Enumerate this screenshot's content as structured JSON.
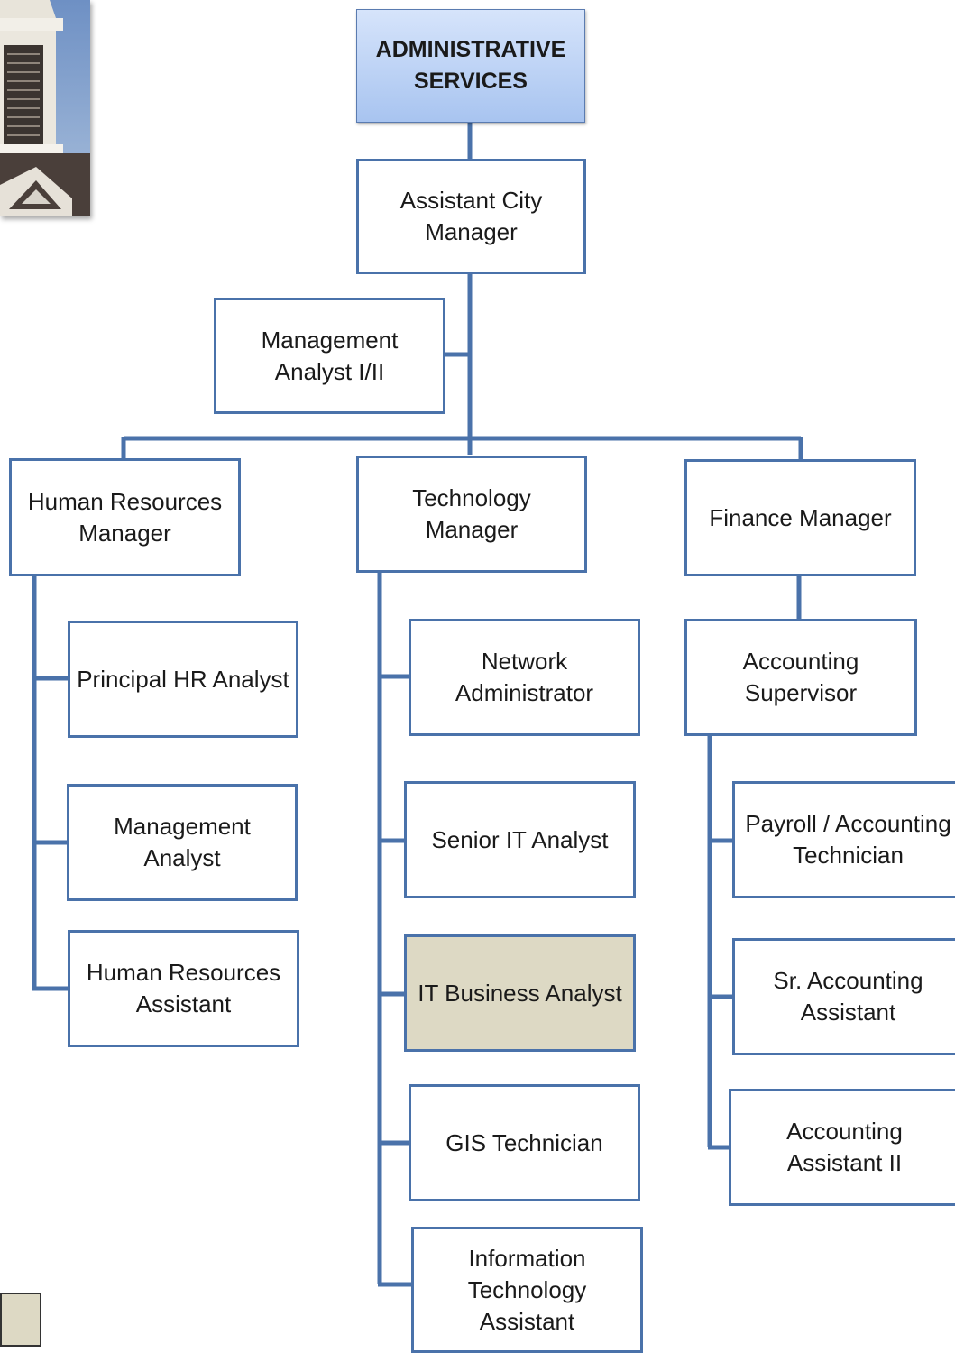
{
  "chart": {
    "title": "ADMINISTRATIVE SERVICES",
    "assistant_city_manager": "Assistant City Manager",
    "management_analyst_i_ii": "Management Analyst I/II",
    "departments": {
      "hr": {
        "manager": "Human Resources Manager",
        "staff": [
          "Principal HR Analyst",
          "Management Analyst",
          "Human Resources Assistant"
        ]
      },
      "technology": {
        "manager": "Technology Manager",
        "staff": [
          "Network Administrator",
          "Senior IT Analyst",
          "IT Business Analyst",
          "GIS Technician",
          "Information Technology Assistant"
        ]
      },
      "finance": {
        "manager": "Finance Manager",
        "supervisor": "Accounting Supervisor",
        "staff": [
          "Payroll / Accounting Technician",
          "Sr. Accounting Assistant",
          "Accounting Assistant II"
        ]
      }
    }
  },
  "colors": {
    "line": "#4a72aa",
    "highlight": "#ddd9c4",
    "title_fill": "#bcd2f6"
  }
}
